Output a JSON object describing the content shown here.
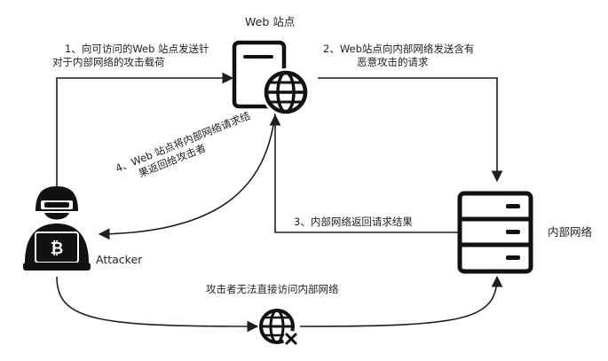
{
  "nodes": {
    "web_site": {
      "label": "Web 站点",
      "icon": "web-server-icon"
    },
    "attacker": {
      "label": "Attacker",
      "icon": "hacker-laptop-bitcoin-icon"
    },
    "internal_network": {
      "label": "内部网络",
      "icon": "server-rack-icon"
    },
    "blocked": {
      "icon": "globe-blocked-icon"
    }
  },
  "steps": {
    "step1": {
      "line1": "1、向可访问的Web 站点发送针",
      "line2": "对于内部网络的攻击载荷"
    },
    "step2": {
      "line1": "2、Web站点向内部网络发送含有",
      "line2": "恶意攻击的请求"
    },
    "step3": {
      "text": "3、内部网络返回请求结果"
    },
    "step4": {
      "line1": "4、Web 站点将内部网络请求结",
      "line2": "果返回给攻击者"
    },
    "blocked_note": {
      "text": "攻击者无法直接访问内部网络"
    }
  },
  "colors": {
    "stroke": "#1e1e1e",
    "icon": "#111111",
    "background": "#ffffff"
  }
}
